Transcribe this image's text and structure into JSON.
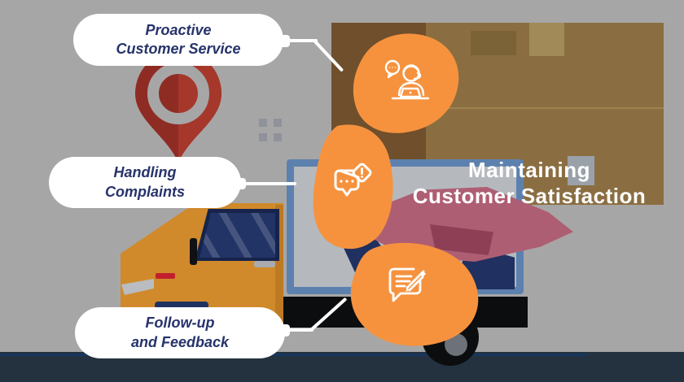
{
  "title": {
    "line1": "Maintaining",
    "line2": "Customer Satisfaction"
  },
  "labels": [
    {
      "id": "proactive-customer-service",
      "line1": "Proactive",
      "line2": "Customer Service"
    },
    {
      "id": "handling-complaints",
      "line1": "Handling",
      "line2": "Complaints"
    },
    {
      "id": "follow-up-and-feedback",
      "line1": "Follow-up",
      "line2": "and Feedback"
    }
  ],
  "steps": [
    {
      "icon": "support-agent-icon",
      "label_ref": "proactive-customer-service"
    },
    {
      "icon": "complaint-alert-bubble-icon",
      "label_ref": "handling-complaints"
    },
    {
      "icon": "feedback-writing-icon",
      "label_ref": "follow-up-and-feedback"
    }
  ],
  "colors": {
    "background": "#a7a6a6",
    "ground": "#24323f",
    "accent_orange": "#f6923e",
    "pin_red": "#8e2c24",
    "label_text_navy": "#27336b",
    "title_white": "#ffffff",
    "truck_orange": "#d08a2b",
    "box_tan": "#8a6e42",
    "hand_mauve": "#ae5e73",
    "laptop_blue": "#5d81ae"
  }
}
